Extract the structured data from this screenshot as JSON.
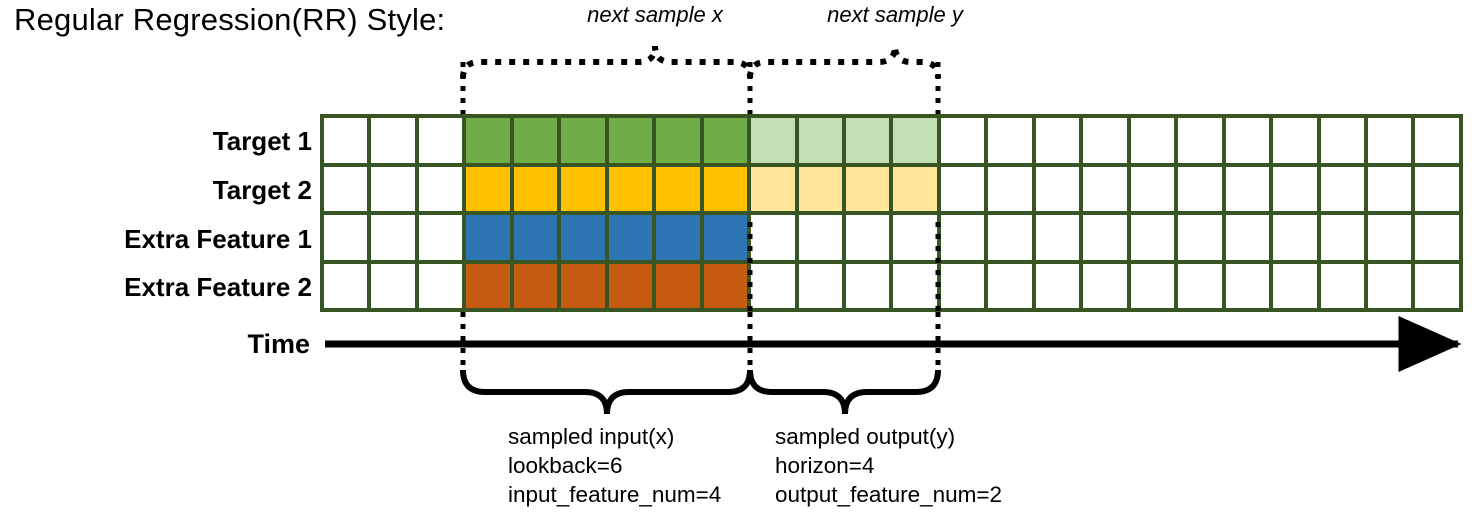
{
  "title": "Regular Regression(RR) Style:",
  "colors": {
    "grid_border": "#375623",
    "target1": "#70ad47",
    "target1_faded": "#c5e0b4",
    "target2": "#ffc000",
    "target2_faded": "#ffe699",
    "extra1": "#2e75b6",
    "extra2": "#c55a11",
    "empty": "#ffffff",
    "annotation": "#000000"
  },
  "grid": {
    "columns": 24,
    "rows": [
      {
        "label": "Target 1",
        "fills": [
          "empty",
          "empty",
          "empty",
          "target1",
          "target1",
          "target1",
          "target1",
          "target1",
          "target1",
          "target1_faded",
          "target1_faded",
          "target1_faded",
          "target1_faded",
          "empty",
          "empty",
          "empty",
          "empty",
          "empty",
          "empty",
          "empty",
          "empty",
          "empty",
          "empty",
          "empty"
        ]
      },
      {
        "label": "Target 2",
        "fills": [
          "empty",
          "empty",
          "empty",
          "target2",
          "target2",
          "target2",
          "target2",
          "target2",
          "target2",
          "target2_faded",
          "target2_faded",
          "target2_faded",
          "target2_faded",
          "empty",
          "empty",
          "empty",
          "empty",
          "empty",
          "empty",
          "empty",
          "empty",
          "empty",
          "empty",
          "empty"
        ]
      },
      {
        "label": "Extra Feature 1",
        "fills": [
          "empty",
          "empty",
          "empty",
          "extra1",
          "extra1",
          "extra1",
          "extra1",
          "extra1",
          "extra1",
          "empty",
          "empty",
          "empty",
          "empty",
          "empty",
          "empty",
          "empty",
          "empty",
          "empty",
          "empty",
          "empty",
          "empty",
          "empty",
          "empty",
          "empty"
        ]
      },
      {
        "label": "Extra Feature 2",
        "fills": [
          "empty",
          "empty",
          "empty",
          "extra2",
          "extra2",
          "extra2",
          "extra2",
          "extra2",
          "extra2",
          "empty",
          "empty",
          "empty",
          "empty",
          "empty",
          "empty",
          "empty",
          "empty",
          "empty",
          "empty",
          "empty",
          "empty",
          "empty",
          "empty",
          "empty"
        ]
      }
    ]
  },
  "axis": {
    "label": "Time"
  },
  "top_braces": [
    {
      "label": "next sample x"
    },
    {
      "label": "next sample y"
    }
  ],
  "bottom_groups": [
    {
      "line1": "sampled input(x)",
      "line2": "lookback=6",
      "line3": "input_feature_num=4"
    },
    {
      "line1": "sampled output(y)",
      "line2": "horizon=4",
      "line3": "output_feature_num=2"
    }
  ]
}
